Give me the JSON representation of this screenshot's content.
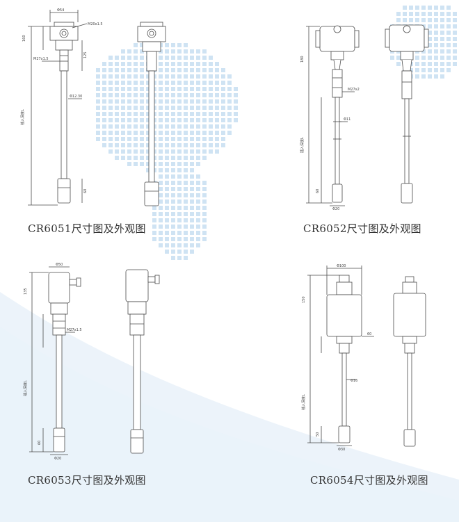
{
  "colors": {
    "line": "#4a4a4a",
    "dot": "#cfe3f3",
    "wave": "#d8e9f6"
  },
  "panels": [
    {
      "caption": "CR6051尺寸图及外观图",
      "labels": {
        "diameter_head": "Φ54",
        "cable_gland": "M20x1.5",
        "thread": "M27x1.5",
        "rod_diameter": "Φ12.30",
        "insert_depth": "插入深度L",
        "dim_1": "160",
        "dim_2": "125",
        "dim_3": "60"
      }
    },
    {
      "caption": "CR6052尺寸图及外观图",
      "labels": {
        "thread": "M27x2",
        "rod_diameter": "Φ11",
        "insert_depth": "插入深度L",
        "bottom_diameter": "Φ20",
        "dim_1": "180",
        "dim_2": "60"
      }
    },
    {
      "caption": "CR6053尺寸图及外观图",
      "labels": {
        "head_diameter": "Φ50",
        "thread": "M27x1.5",
        "bottom_diameter": "Φ20",
        "insert_depth": "插入深度L",
        "dim_1": "135",
        "dim_2": "60"
      }
    },
    {
      "caption": "CR6054尺寸图及外观图",
      "labels": {
        "head_diameter": "Φ100",
        "rod_diameter": "Φ16",
        "bottom_diameter": "Φ30",
        "insert_depth": "插入深度L",
        "dim_1": "150",
        "dim_2": "60",
        "dim_3": "50"
      }
    }
  ]
}
